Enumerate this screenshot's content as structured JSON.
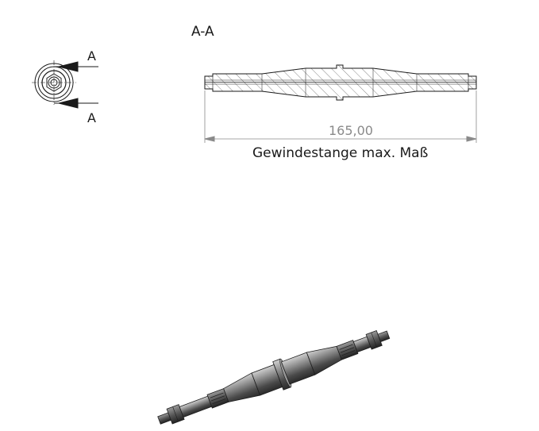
{
  "section": {
    "title": "A-A",
    "mark_top": "A",
    "mark_bottom": "A"
  },
  "dimension": {
    "value": "165,00",
    "caption": "Gewindestange max. Maß"
  },
  "colors": {
    "line": "#1a1a1a",
    "dimension": "#8a8a8a",
    "hatch": "#555555",
    "shaft_dark": "#3a3a3a",
    "shaft_mid": "#6e6e6e",
    "shaft_light": "#b5b5b5"
  }
}
